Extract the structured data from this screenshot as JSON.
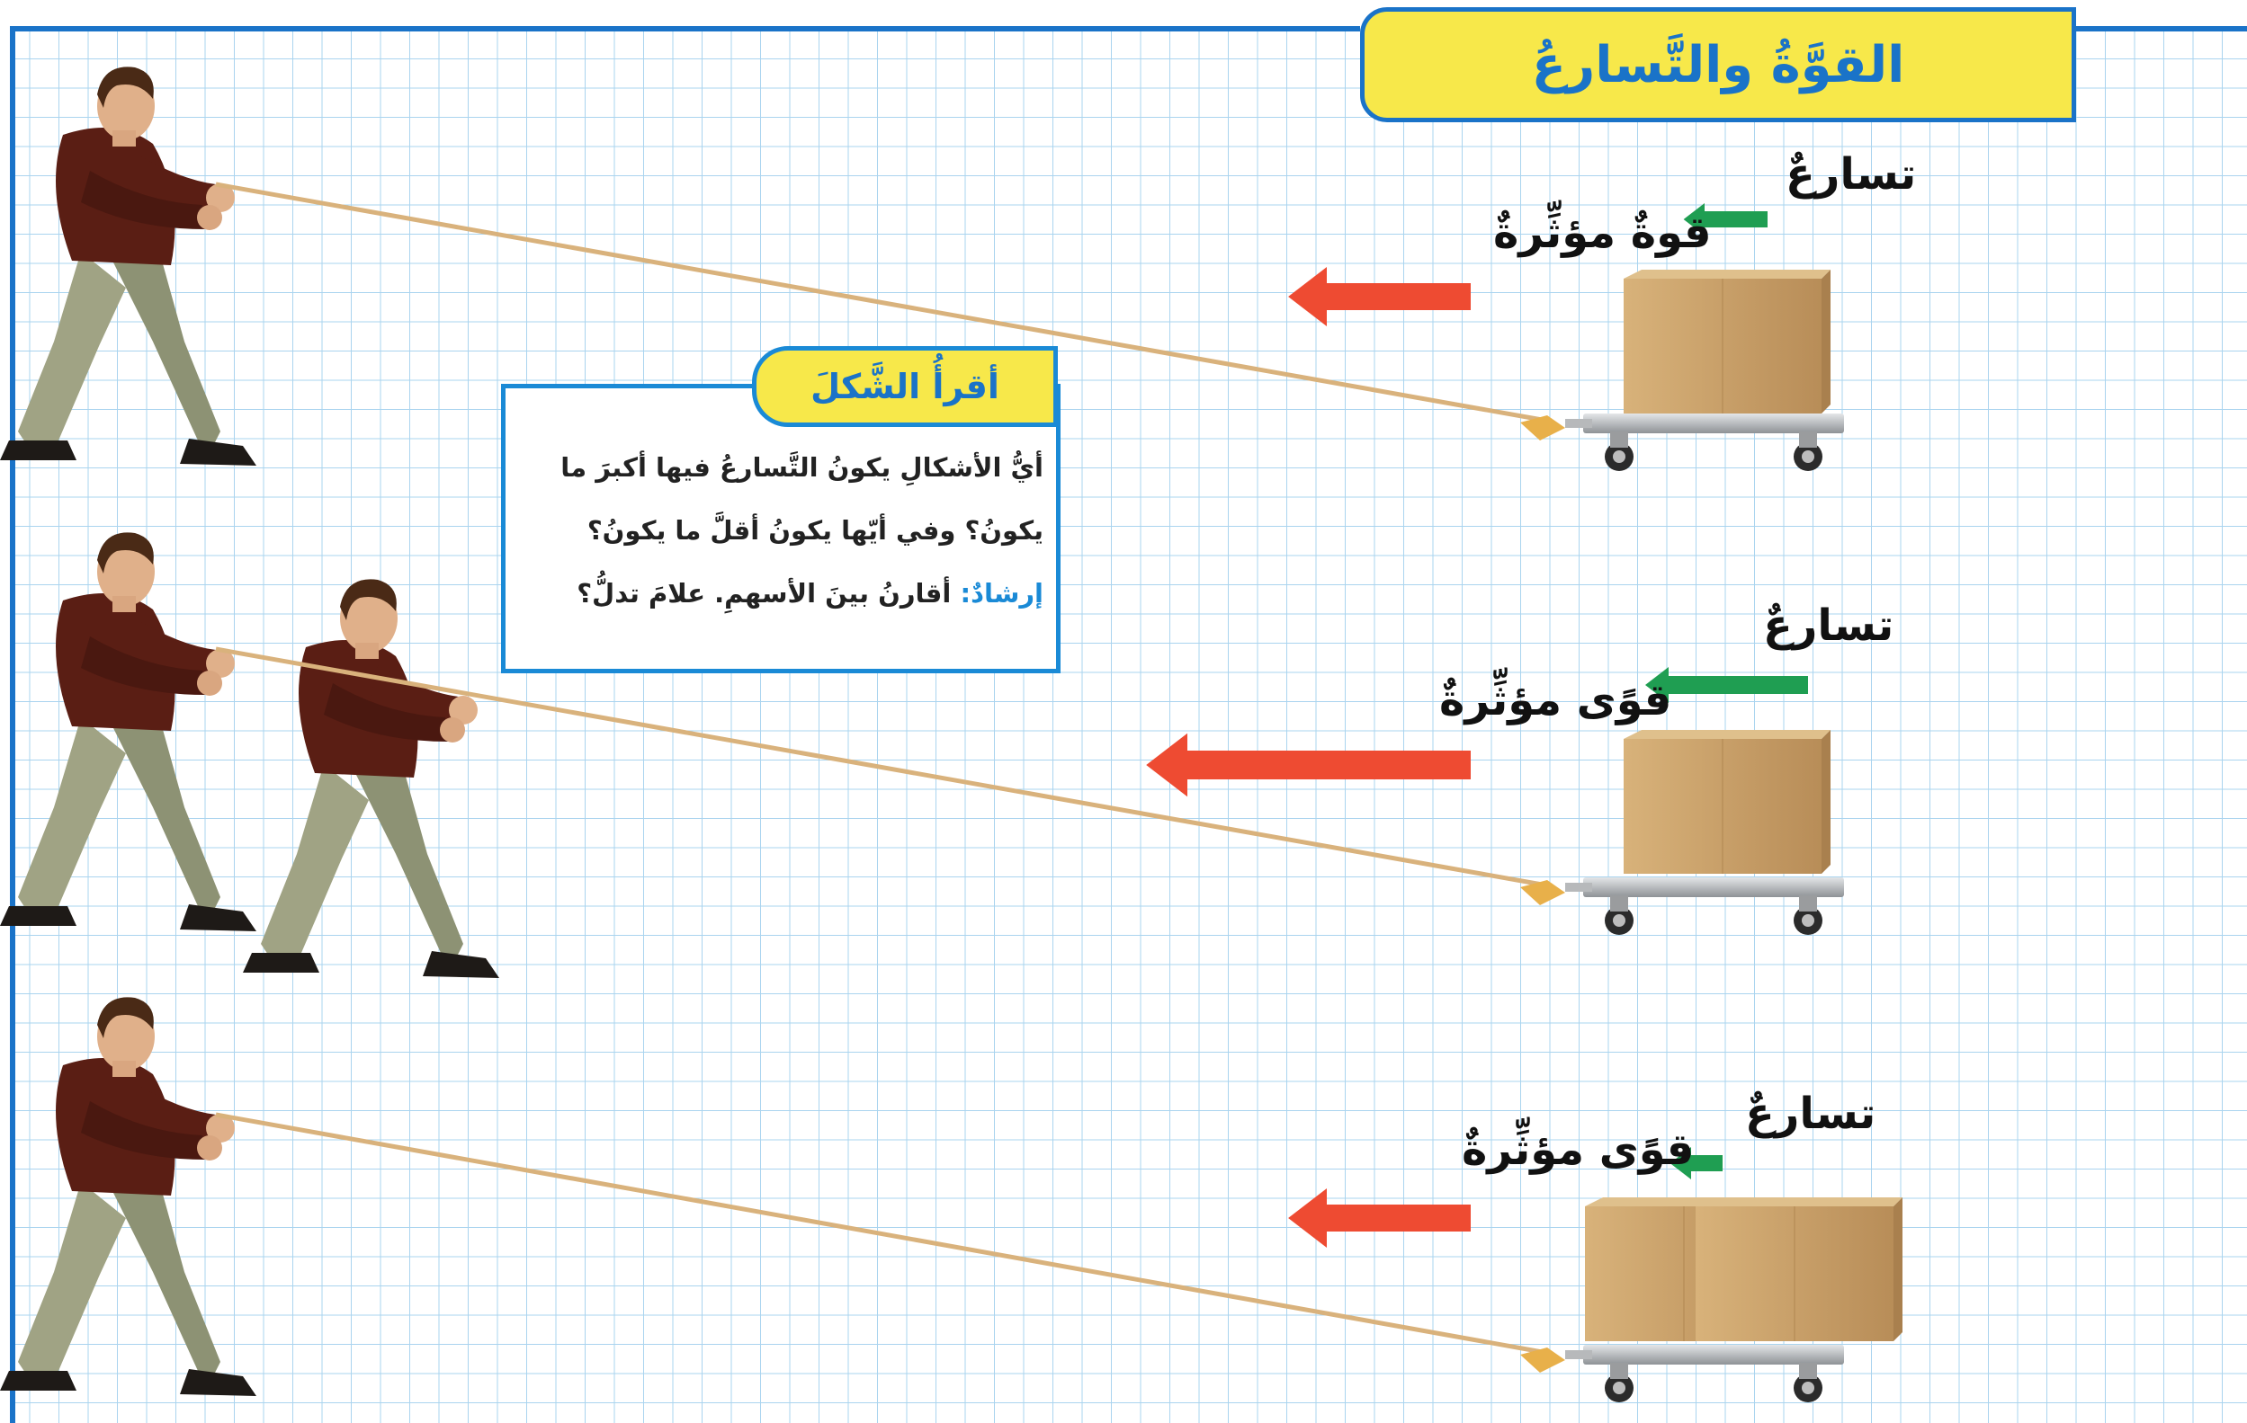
{
  "title": "القوَّةُ والتَّسارعُ",
  "read_figure": {
    "heading": "أقرأُ الشَّكلَ",
    "question": "أيُّ الأشكالِ يكونُ التَّسارعُ فيها أكبرَ ما يكونُ؟ وفي أيّها يكونُ أقلَّ ما يكونُ؟",
    "hint_label": "إرشادٌ:",
    "hint_text": "أقارنُ بينَ الأسهمِ. علامَ تدلُّ؟"
  },
  "panels": [
    {
      "pullers": 1,
      "boxes": 1,
      "force_label": "قوةٌ مؤثِّرةٌ",
      "acceleration_label": "تسارعٌ",
      "force_arrow_relative": 1,
      "acceleration_arrow_relative": 1
    },
    {
      "pullers": 2,
      "boxes": 1,
      "force_label": "قوًى مؤثِّرةٌ",
      "acceleration_label": "تسارعٌ",
      "force_arrow_relative": 2,
      "acceleration_arrow_relative": 2
    },
    {
      "pullers": 1,
      "boxes": 2,
      "force_label": "قوًى مؤثِّرةٌ",
      "acceleration_label": "تسارعٌ",
      "force_arrow_relative": 1,
      "acceleration_arrow_relative": 0.5
    }
  ],
  "colors": {
    "grid": "#aad4ef",
    "border": "#1a73c8",
    "force_arrow": "#ee4b32",
    "acceleration_arrow": "#1f9e52",
    "box": "#c9a36e",
    "title_bg": "#f7e84a"
  }
}
